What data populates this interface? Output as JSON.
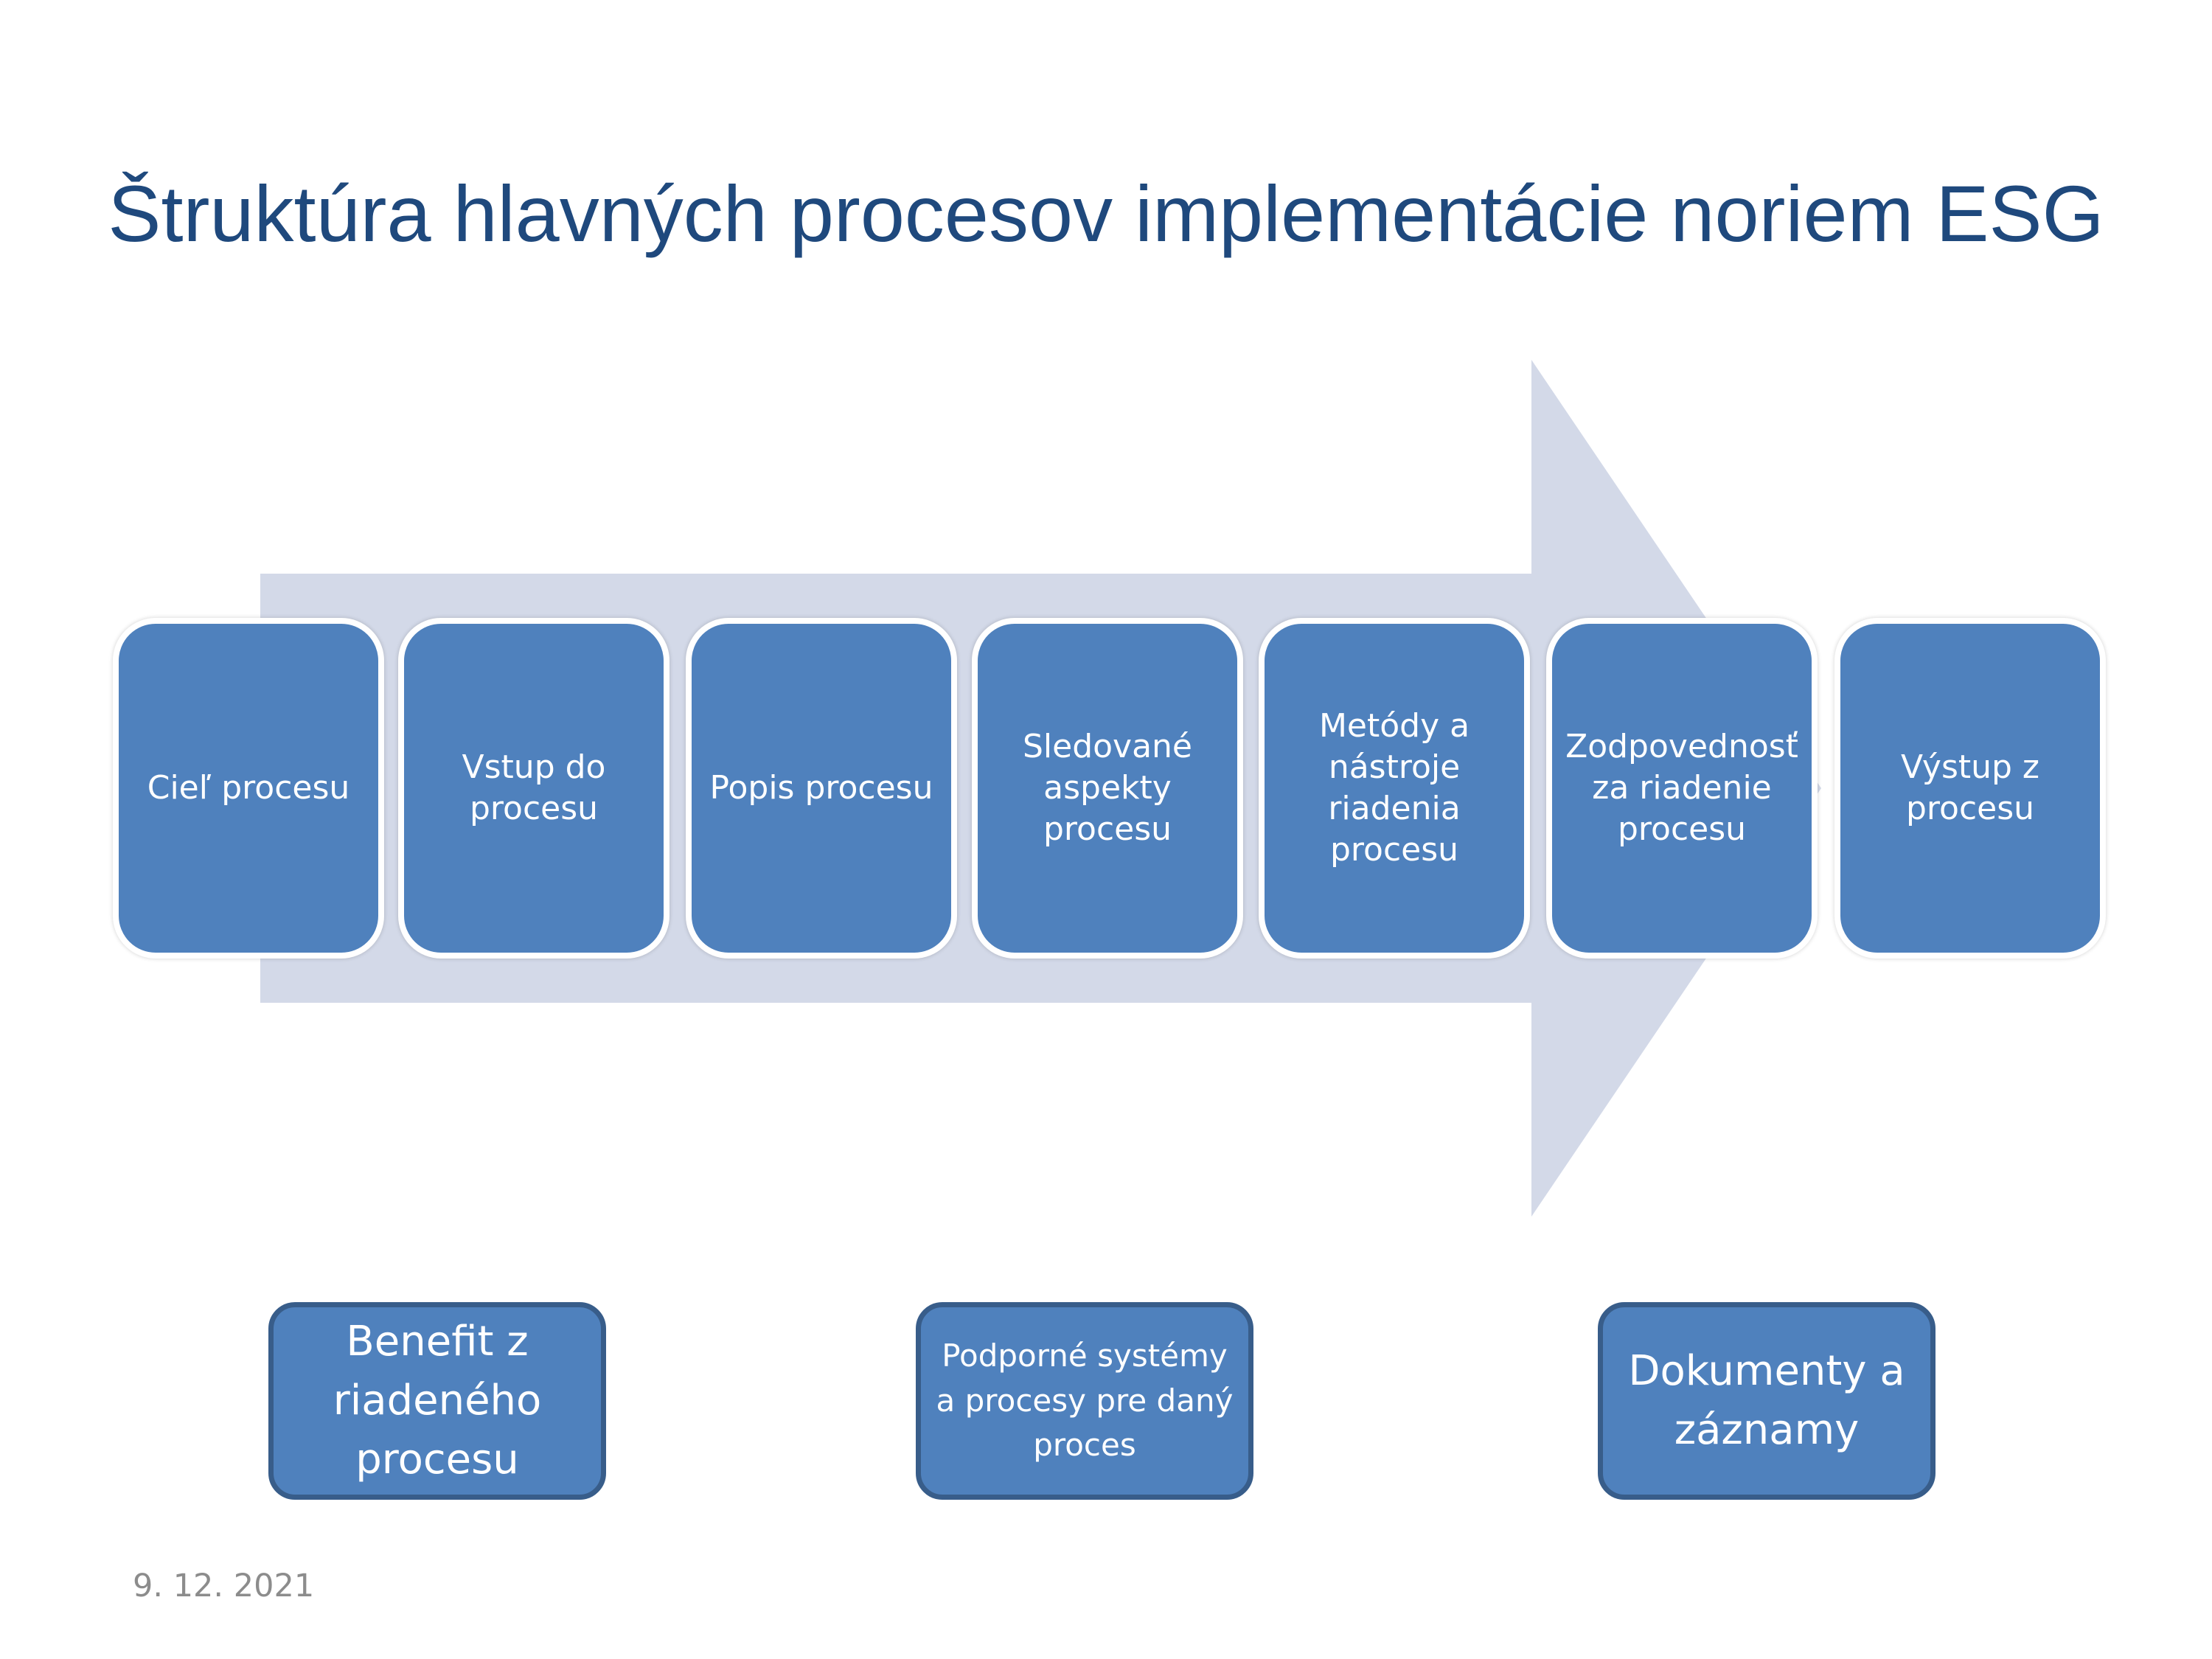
{
  "title": "Štruktúra hlavných procesov implementácie noriem ESG",
  "steps": [
    {
      "label": "Cieľ procesu"
    },
    {
      "label": "Vstup do procesu"
    },
    {
      "label": "Popis procesu"
    },
    {
      "label": "Sledované aspekty procesu"
    },
    {
      "label": "Metódy a nástroje riadenia procesu"
    },
    {
      "label": "Zodpovednosť za riadenie procesu"
    },
    {
      "label": "Výstup z procesu"
    }
  ],
  "supporting_boxes": [
    {
      "label": "Benefit z riadeného procesu"
    },
    {
      "label": "Podporné systémy a procesy pre daný proces"
    },
    {
      "label": "Dokumenty a záznamy"
    }
  ],
  "footer": {
    "date": "9. 12. 2021"
  },
  "colors": {
    "title": "#1f497d",
    "arrow": "#d3d9e8",
    "box_fill": "#4f81bd",
    "box_border": "#385d8a",
    "date": "#8c8c8c"
  }
}
